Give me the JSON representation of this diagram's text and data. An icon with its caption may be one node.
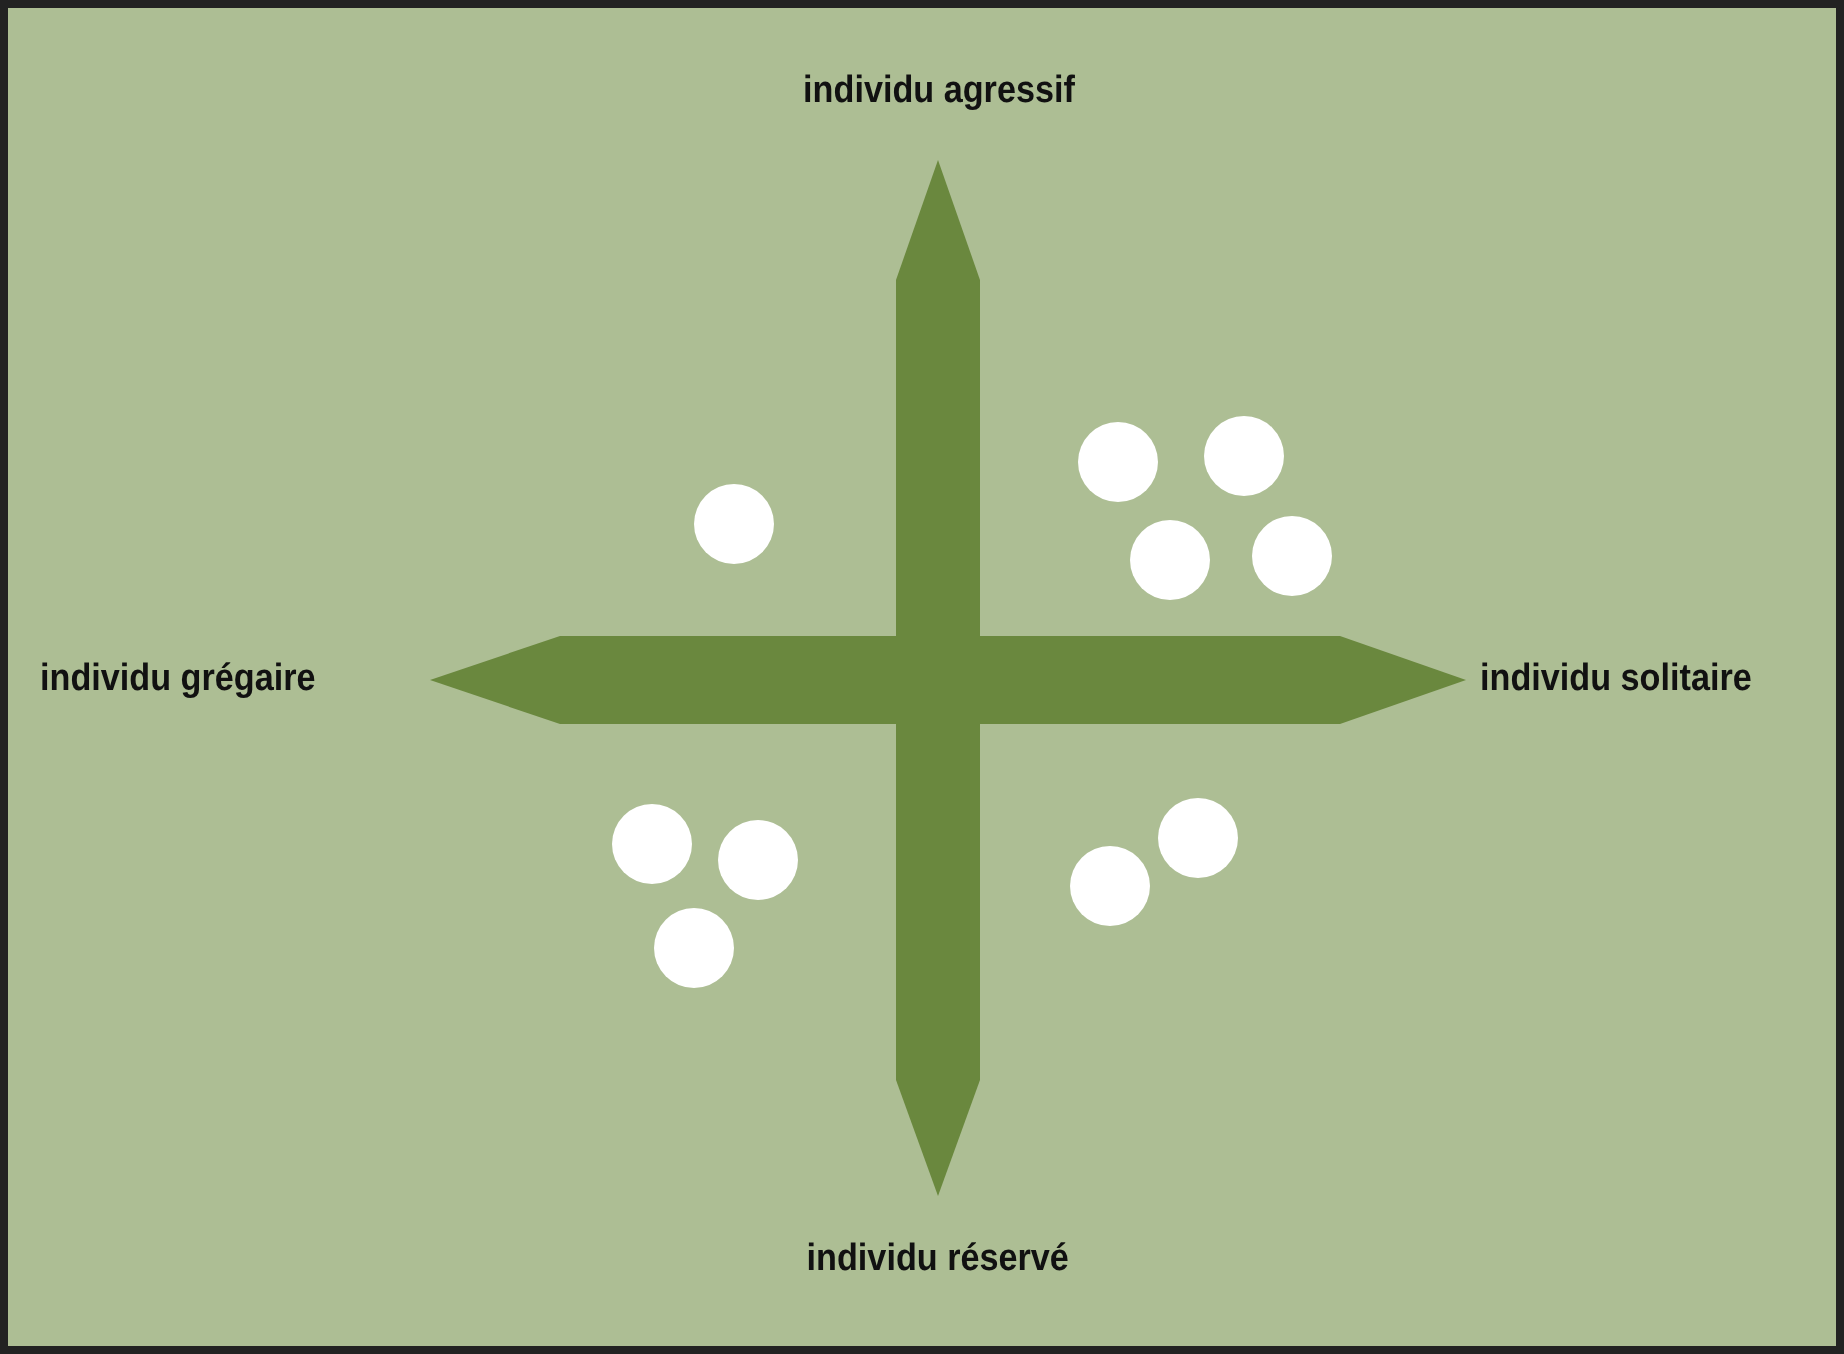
{
  "diagram": {
    "nodes": [
      {
        "text": [],
        "shape": "circle"
      },
      {
        "text": [],
        "shape": "circle"
      },
      {
        "text": [],
        "shape": "circle"
      },
      {
        "text": [],
        "shape": "circle"
      },
      {
        "text": [],
        "shape": "circle"
      },
      {
        "text": [],
        "shape": "circle"
      },
      {
        "text": [],
        "shape": "circle"
      },
      {
        "text": [],
        "shape": "circle"
      },
      {
        "text": [],
        "shape": "circle"
      },
      {
        "text": [],
        "shape": "circle"
      }
    ],
    "labels": [
      "individu agressif",
      "individu grégaire",
      "individu solitaire",
      "individu réservé"
    ]
  }
}
